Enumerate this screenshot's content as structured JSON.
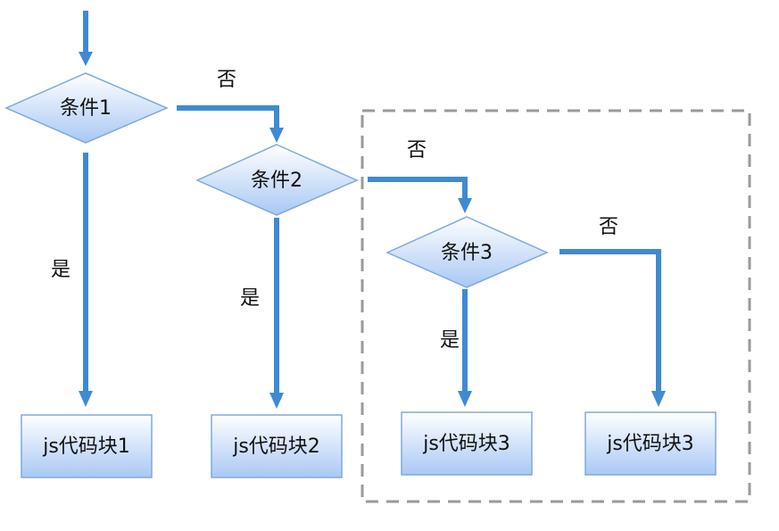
{
  "colors": {
    "arrow": "#3f8ad3",
    "shape_fill_top": "#ffffff",
    "shape_fill_bottom": "#a9c8f4",
    "shape_stroke": "#7eaadb",
    "dashed_group": "#9a9a9a"
  },
  "conditions": {
    "c1": "条件1",
    "c2": "条件2",
    "c3": "条件3"
  },
  "blocks": {
    "b1": "js代码块1",
    "b2": "js代码块2",
    "b3": "js代码块3",
    "b4": "js代码块3"
  },
  "edge_labels": {
    "yes1": "是",
    "yes2": "是",
    "yes3": "是",
    "no1": "否",
    "no2": "否",
    "no3": "否"
  }
}
